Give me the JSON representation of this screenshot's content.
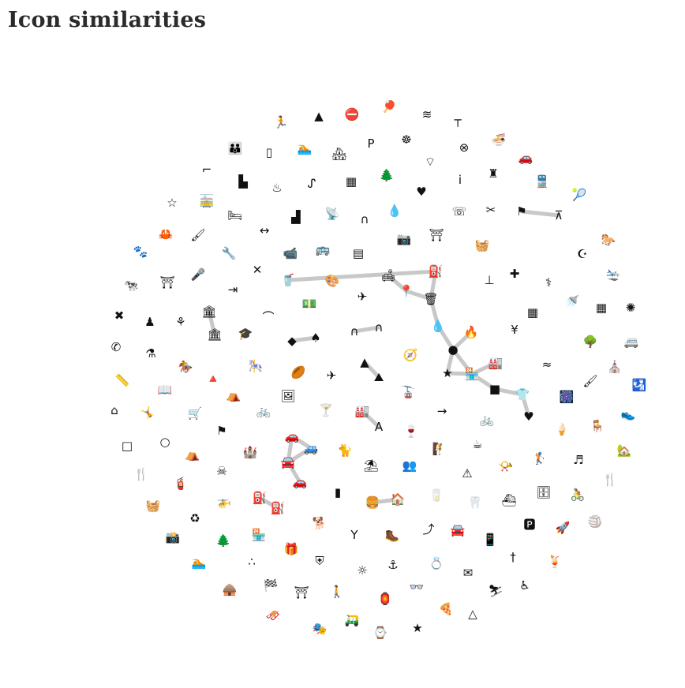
{
  "title": "Icon similarities",
  "colors": {
    "icon": "#111111",
    "edge": "#c8c8c8",
    "title": "#2b2b2b"
  },
  "icons": [
    {
      "id": "runner",
      "glyph": "🏃"
    },
    {
      "id": "volcano",
      "glyph": "▲"
    },
    {
      "id": "no-entry",
      "glyph": "⛔"
    },
    {
      "id": "ping-pong",
      "glyph": "🏓"
    },
    {
      "id": "marsh",
      "glyph": "≋"
    },
    {
      "id": "rail",
      "glyph": "┬"
    },
    {
      "id": "people",
      "glyph": "👪"
    },
    {
      "id": "elevator",
      "glyph": "▯"
    },
    {
      "id": "swimmer",
      "glyph": "🏊"
    },
    {
      "id": "home-group",
      "glyph": "🏘"
    },
    {
      "id": "parking",
      "glyph": "P"
    },
    {
      "id": "ship-wheel",
      "glyph": "☸"
    },
    {
      "id": "circle-x",
      "glyph": "⊗"
    },
    {
      "id": "ramen",
      "glyph": "🍜"
    },
    {
      "id": "shoe-outline",
      "glyph": "⌐"
    },
    {
      "id": "building-a",
      "glyph": "▙"
    },
    {
      "id": "hot-spring",
      "glyph": "♨"
    },
    {
      "id": "fishhook",
      "glyph": "ᔑ"
    },
    {
      "id": "fence",
      "glyph": "▦"
    },
    {
      "id": "tree-bench",
      "glyph": "🌲"
    },
    {
      "id": "heart-pulse",
      "glyph": "♥"
    },
    {
      "id": "info",
      "glyph": "i"
    },
    {
      "id": "lighthouse",
      "glyph": "♜"
    },
    {
      "id": "train",
      "glyph": "🚆"
    },
    {
      "id": "pin-outline",
      "glyph": "⌔"
    },
    {
      "id": "car-top",
      "glyph": "🚗"
    },
    {
      "id": "star-outline",
      "glyph": "☆"
    },
    {
      "id": "tram",
      "glyph": "🚋"
    },
    {
      "id": "bed",
      "glyph": "🛏"
    },
    {
      "id": "stair",
      "glyph": "▟"
    },
    {
      "id": "radio-tower",
      "glyph": "📡"
    },
    {
      "id": "arch",
      "glyph": "∩"
    },
    {
      "id": "drop-plus",
      "glyph": "💧"
    },
    {
      "id": "phone-plus",
      "glyph": "☏"
    },
    {
      "id": "scissors",
      "glyph": "✂"
    },
    {
      "id": "beacon",
      "glyph": "⚑"
    },
    {
      "id": "picnic",
      "glyph": "⊼"
    },
    {
      "id": "racket",
      "glyph": "🎾"
    },
    {
      "id": "crab",
      "glyph": "🦀"
    },
    {
      "id": "paint-roller",
      "glyph": "🖌"
    },
    {
      "id": "dumbbell",
      "glyph": "↔"
    },
    {
      "id": "camera",
      "glyph": "📷"
    },
    {
      "id": "grill",
      "glyph": "⛩"
    },
    {
      "id": "basket",
      "glyph": "🧺"
    },
    {
      "id": "horse",
      "glyph": "🐎"
    },
    {
      "id": "paw",
      "glyph": "🐾"
    },
    {
      "id": "wrench",
      "glyph": "🔧"
    },
    {
      "id": "video-cam",
      "glyph": "📹"
    },
    {
      "id": "bus",
      "glyph": "🚌"
    },
    {
      "id": "barrier",
      "glyph": "▤"
    },
    {
      "id": "cow",
      "glyph": "🐄"
    },
    {
      "id": "torii",
      "glyph": "⛩"
    },
    {
      "id": "microphone",
      "glyph": "🎤"
    },
    {
      "id": "x-mark",
      "glyph": "✕"
    },
    {
      "id": "cup",
      "glyph": "🥤"
    },
    {
      "id": "palette",
      "glyph": "🎨"
    },
    {
      "id": "lamp",
      "glyph": "🛋"
    },
    {
      "id": "fuel-pump",
      "glyph": "⛽"
    },
    {
      "id": "t-junction",
      "glyph": "⊥"
    },
    {
      "id": "cross",
      "glyph": "✚"
    },
    {
      "id": "stethoscope",
      "glyph": "⚕"
    },
    {
      "id": "crescent",
      "glyph": "☪"
    },
    {
      "id": "plane-land",
      "glyph": "🛬"
    },
    {
      "id": "login",
      "glyph": "⇥"
    },
    {
      "id": "airplane",
      "glyph": "✈"
    },
    {
      "id": "pin",
      "glyph": "📍"
    },
    {
      "id": "trash-bin",
      "glyph": "🗑"
    },
    {
      "id": "watering-can",
      "glyph": "🚿"
    },
    {
      "id": "grid-building",
      "glyph": "▦"
    },
    {
      "id": "firework",
      "glyph": "✺"
    },
    {
      "id": "windmill",
      "glyph": "✖"
    },
    {
      "id": "monument",
      "glyph": "♟"
    },
    {
      "id": "flower",
      "glyph": "⚘"
    },
    {
      "id": "museum",
      "glyph": "🏛"
    },
    {
      "id": "banknote",
      "glyph": "💵"
    },
    {
      "id": "bridge",
      "glyph": "⌒"
    },
    {
      "id": "drop",
      "glyph": "💧"
    },
    {
      "id": "yen",
      "glyph": "¥"
    },
    {
      "id": "office",
      "glyph": "▦"
    },
    {
      "id": "phone",
      "glyph": "✆"
    },
    {
      "id": "mortar",
      "glyph": "⚗"
    },
    {
      "id": "equestrian",
      "glyph": "🏇"
    },
    {
      "id": "graduation",
      "glyph": "🎓"
    },
    {
      "id": "diamond",
      "glyph": "◆"
    },
    {
      "id": "spade",
      "glyph": "♠"
    },
    {
      "id": "gate-a",
      "glyph": "∩"
    },
    {
      "id": "gate-b",
      "glyph": "∩"
    },
    {
      "id": "circle-node",
      "glyph": "●"
    },
    {
      "id": "fire",
      "glyph": "🔥"
    },
    {
      "id": "library",
      "glyph": "🏛"
    },
    {
      "id": "tree",
      "glyph": "🌳"
    },
    {
      "id": "camper",
      "glyph": "🚐"
    },
    {
      "id": "ruler",
      "glyph": "📏"
    },
    {
      "id": "open-book",
      "glyph": "📖"
    },
    {
      "id": "cone",
      "glyph": "🔺"
    },
    {
      "id": "carousel",
      "glyph": "🎠"
    },
    {
      "id": "windsock",
      "glyph": "✈"
    },
    {
      "id": "mountain-peak",
      "glyph": "▲"
    },
    {
      "id": "mountain",
      "glyph": "⛰"
    },
    {
      "id": "compass",
      "glyph": "🧭"
    },
    {
      "id": "star-node",
      "glyph": "★"
    },
    {
      "id": "shop",
      "glyph": "🏪"
    },
    {
      "id": "factory-b",
      "glyph": "🏭"
    },
    {
      "id": "wave-sign",
      "glyph": "≈"
    },
    {
      "id": "paintbrush",
      "glyph": "🖌"
    },
    {
      "id": "church",
      "glyph": "⛪"
    },
    {
      "id": "passport",
      "glyph": "🛂"
    },
    {
      "id": "shelter",
      "glyph": "⌂"
    },
    {
      "id": "fitness",
      "glyph": "🤸"
    },
    {
      "id": "cart",
      "glyph": "🛒"
    },
    {
      "id": "tent",
      "glyph": "⛺"
    },
    {
      "id": "rugby",
      "glyph": "🏉"
    },
    {
      "id": "gallery",
      "glyph": "🖼"
    },
    {
      "id": "cable-car",
      "glyph": "🚡"
    },
    {
      "id": "square-node",
      "glyph": "■"
    },
    {
      "id": "tshirt",
      "glyph": "👕"
    },
    {
      "id": "fireworks",
      "glyph": "🎆"
    },
    {
      "id": "sneaker",
      "glyph": "👟"
    },
    {
      "id": "bike",
      "glyph": "🚲"
    },
    {
      "id": "cocktail",
      "glyph": "🍸"
    },
    {
      "id": "factory",
      "glyph": "🏭"
    },
    {
      "id": "letter-a",
      "glyph": "A"
    },
    {
      "id": "arrow-right",
      "glyph": "→"
    },
    {
      "id": "bicycle",
      "glyph": "🚲"
    },
    {
      "id": "heart",
      "glyph": "♥"
    },
    {
      "id": "ice-cream",
      "glyph": "🍦"
    },
    {
      "id": "recliner",
      "glyph": "🪑"
    },
    {
      "id": "flag-a",
      "glyph": "⚑"
    },
    {
      "id": "bottle-glass",
      "glyph": "🍷"
    },
    {
      "id": "square-outline",
      "glyph": "□"
    },
    {
      "id": "circle-outline",
      "glyph": "○"
    },
    {
      "id": "car-a",
      "glyph": "🚗"
    },
    {
      "id": "car-b",
      "glyph": "🚙"
    },
    {
      "id": "camp",
      "glyph": "⛺"
    },
    {
      "id": "castle",
      "glyph": "🏰"
    },
    {
      "id": "cat",
      "glyph": "🐈"
    },
    {
      "id": "climber",
      "glyph": "🧗"
    },
    {
      "id": "coffee",
      "glyph": "☕"
    },
    {
      "id": "house-tree",
      "glyph": "🏡"
    },
    {
      "id": "cutlery-moon",
      "glyph": "🍴"
    },
    {
      "id": "car-c",
      "glyph": "🚘"
    },
    {
      "id": "beach",
      "glyph": "⛱"
    },
    {
      "id": "crowd",
      "glyph": "👥"
    },
    {
      "id": "golf",
      "glyph": "🏌"
    },
    {
      "id": "music",
      "glyph": "♬"
    },
    {
      "id": "fork-knife",
      "glyph": "🍴"
    },
    {
      "id": "fire-ext",
      "glyph": "🧯"
    },
    {
      "id": "skull-bones",
      "glyph": "☠"
    },
    {
      "id": "car-d",
      "glyph": "🚗"
    },
    {
      "id": "warning",
      "glyph": "⚠"
    },
    {
      "id": "horn",
      "glyph": "📯"
    },
    {
      "id": "basket-b",
      "glyph": "🧺"
    },
    {
      "id": "helicopter",
      "glyph": "🚁"
    },
    {
      "id": "ev-charger",
      "glyph": "⛽"
    },
    {
      "id": "fuel-b",
      "glyph": "⛽"
    },
    {
      "id": "bollard",
      "glyph": "▮"
    },
    {
      "id": "burger",
      "glyph": "🍔"
    },
    {
      "id": "farm",
      "glyph": "🏠"
    },
    {
      "id": "dairy",
      "glyph": "🥛"
    },
    {
      "id": "tooth",
      "glyph": "🦷"
    },
    {
      "id": "ferry",
      "glyph": "⛴"
    },
    {
      "id": "fridge",
      "glyph": "🗄"
    },
    {
      "id": "cycling",
      "glyph": "🚴"
    },
    {
      "id": "recycle",
      "glyph": "♻"
    },
    {
      "id": "dog",
      "glyph": "🐕"
    },
    {
      "id": "volleyball",
      "glyph": "🏐"
    },
    {
      "id": "photo",
      "glyph": "📸"
    },
    {
      "id": "pine",
      "glyph": "🌲"
    },
    {
      "id": "kiosk",
      "glyph": "🏪"
    },
    {
      "id": "slingshot",
      "glyph": "Y"
    },
    {
      "id": "hiker",
      "glyph": "🥾"
    },
    {
      "id": "escalator",
      "glyph": "⤴"
    },
    {
      "id": "car-front",
      "glyph": "🚘"
    },
    {
      "id": "phone-mobile",
      "glyph": "📱"
    },
    {
      "id": "parking-cover",
      "glyph": "🅿"
    },
    {
      "id": "rocket",
      "glyph": "🚀"
    },
    {
      "id": "swim",
      "glyph": "🏊"
    },
    {
      "id": "dots",
      "glyph": "∴"
    },
    {
      "id": "gift",
      "glyph": "🎁"
    },
    {
      "id": "shield-plus",
      "glyph": "⛨"
    },
    {
      "id": "sun",
      "glyph": "☼"
    },
    {
      "id": "anchor",
      "glyph": "⚓"
    },
    {
      "id": "ring",
      "glyph": "💍"
    },
    {
      "id": "mail",
      "glyph": "✉"
    },
    {
      "id": "dagger",
      "glyph": "†"
    },
    {
      "id": "cocktail-b",
      "glyph": "🍹"
    },
    {
      "id": "hut",
      "glyph": "🛖"
    },
    {
      "id": "flag-check",
      "glyph": "🏁"
    },
    {
      "id": "shrine",
      "glyph": "⛩"
    },
    {
      "id": "walker",
      "glyph": "🚶"
    },
    {
      "id": "lantern",
      "glyph": "🏮"
    },
    {
      "id": "glasses",
      "glyph": "👓"
    },
    {
      "id": "skier",
      "glyph": "⛷"
    },
    {
      "id": "wheelchair",
      "glyph": "♿"
    },
    {
      "id": "snowmobile",
      "glyph": "🛷"
    },
    {
      "id": "theatre",
      "glyph": "🎭"
    },
    {
      "id": "golf-cart",
      "glyph": "🛺"
    },
    {
      "id": "watch",
      "glyph": "⌚"
    },
    {
      "id": "star-solid",
      "glyph": "★"
    },
    {
      "id": "pizza",
      "glyph": "🍕"
    },
    {
      "id": "triangle-outline",
      "glyph": "△"
    }
  ],
  "links": [
    [
      "lamp",
      "pin"
    ],
    [
      "pin",
      "trash-bin"
    ],
    [
      "fuel-pump",
      "trash-bin"
    ],
    [
      "fuel-pump",
      "cup"
    ],
    [
      "trash-bin",
      "drop"
    ],
    [
      "drop",
      "circle-node"
    ],
    [
      "circle-node",
      "fire"
    ],
    [
      "circle-node",
      "star-node"
    ],
    [
      "circle-node",
      "shop"
    ],
    [
      "shop",
      "star-node"
    ],
    [
      "shop",
      "factory-b"
    ],
    [
      "shop",
      "square-node"
    ],
    [
      "square-node",
      "tshirt"
    ],
    [
      "tshirt",
      "heart"
    ],
    [
      "beacon",
      "picnic"
    ],
    [
      "museum",
      "library"
    ],
    [
      "diamond",
      "spade"
    ],
    [
      "gate-a",
      "gate-b"
    ],
    [
      "mountain-peak",
      "mountain"
    ],
    [
      "factory",
      "letter-a"
    ],
    [
      "car-a",
      "car-b"
    ],
    [
      "car-a",
      "car-c"
    ],
    [
      "car-b",
      "car-c"
    ],
    [
      "car-c",
      "car-d"
    ],
    [
      "ev-charger",
      "fuel-b"
    ],
    [
      "burger",
      "farm"
    ]
  ]
}
